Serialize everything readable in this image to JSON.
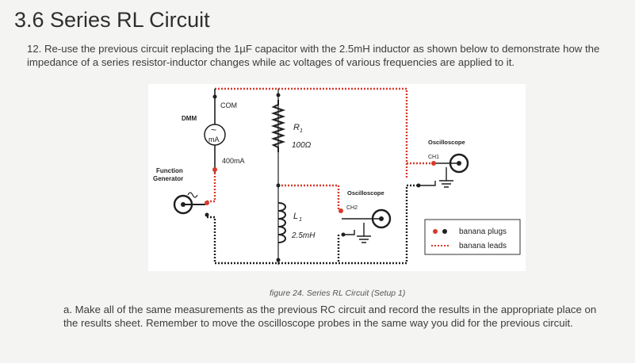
{
  "section": {
    "title": "3.6 Series RL Circuit"
  },
  "question": {
    "text": "12. Re-use the previous circuit replacing the 1µF capacitor with the 2.5mH inductor as shown below to demonstrate how the impedance of a series resistor-inductor changes while ac voltages of various frequencies are applied to it."
  },
  "figure": {
    "labels": {
      "com": "COM",
      "dmm": "DMM",
      "wave": "~",
      "ma": "mA",
      "ma400": "400mA",
      "function_generator_line1": "Function",
      "function_generator_line2": "Generator",
      "r1": "R",
      "r1_sub": "1",
      "r1_value": "100Ω",
      "l1": "L",
      "l1_sub": "1",
      "l1_value": "2.5mH",
      "oscilloscope_right": "Oscilloscope",
      "ch1": "CH1",
      "oscilloscope_mid": "Oscilloscope",
      "ch2": "CH2"
    },
    "legend": {
      "plugs": "banana plugs",
      "leads": "banana leads"
    },
    "colors": {
      "plug_red": "#d63a2b",
      "lead_red": "#d63a2b",
      "wire_black": "#1f1f1f"
    }
  },
  "caption": "figure 24. Series RL Circuit (Setup 1)",
  "subitem": {
    "text": "a. Make all of the same measurements as the previous RC circuit and record the results in the appropriate place on the results sheet. Remember to move the oscilloscope probes in the same way you did for the previous circuit."
  }
}
